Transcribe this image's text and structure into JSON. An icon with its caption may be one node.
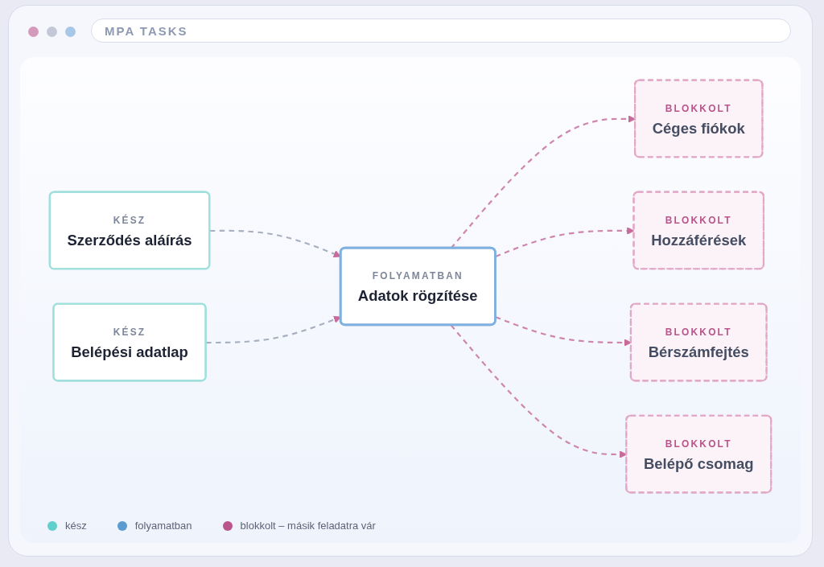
{
  "diagram": {
    "title": "MPA TASKS",
    "nodes": [
      {
        "text": [
          "KÉSZ",
          "Szerződés aláírás"
        ]
      },
      {
        "text": [
          "KÉSZ",
          "Belépési adatlap"
        ]
      },
      {
        "text": [
          "FOLYAMATBAN",
          "Adatok rögzítése"
        ]
      },
      {
        "text": [
          "BLOKKOLT",
          "Céges fiókok"
        ]
      },
      {
        "text": [
          "BLOKKOLT",
          "Hozzáférések"
        ]
      },
      {
        "text": [
          "BLOKKOLT",
          "Bérszámfejtés"
        ]
      },
      {
        "text": [
          "BLOKKOLT",
          "Belépő csomag"
        ]
      }
    ],
    "edges": [
      {
        "from": 0,
        "to": 2,
        "arrow": "to",
        "style": "dashed",
        "color": "#a8b0c0"
      },
      {
        "from": 1,
        "to": 2,
        "arrow": "to",
        "style": "dashed",
        "color": "#a8b0c0"
      },
      {
        "from": 2,
        "to": 3,
        "arrow": "to",
        "style": "dashed"
      },
      {
        "from": 2,
        "to": 4,
        "arrow": "to",
        "style": "dashed"
      },
      {
        "from": 2,
        "to": 5,
        "arrow": "to",
        "style": "dashed"
      },
      {
        "from": 2,
        "to": 6,
        "arrow": "to",
        "style": "dashed"
      }
    ],
    "legend": [
      {
        "text": "kész",
        "color": "#5ecfcb"
      },
      {
        "text": "folyamatban",
        "color": "#5b9bd0"
      },
      {
        "text": "blokkolt – másik feladatra vár",
        "color": "#b9558a"
      }
    ]
  }
}
